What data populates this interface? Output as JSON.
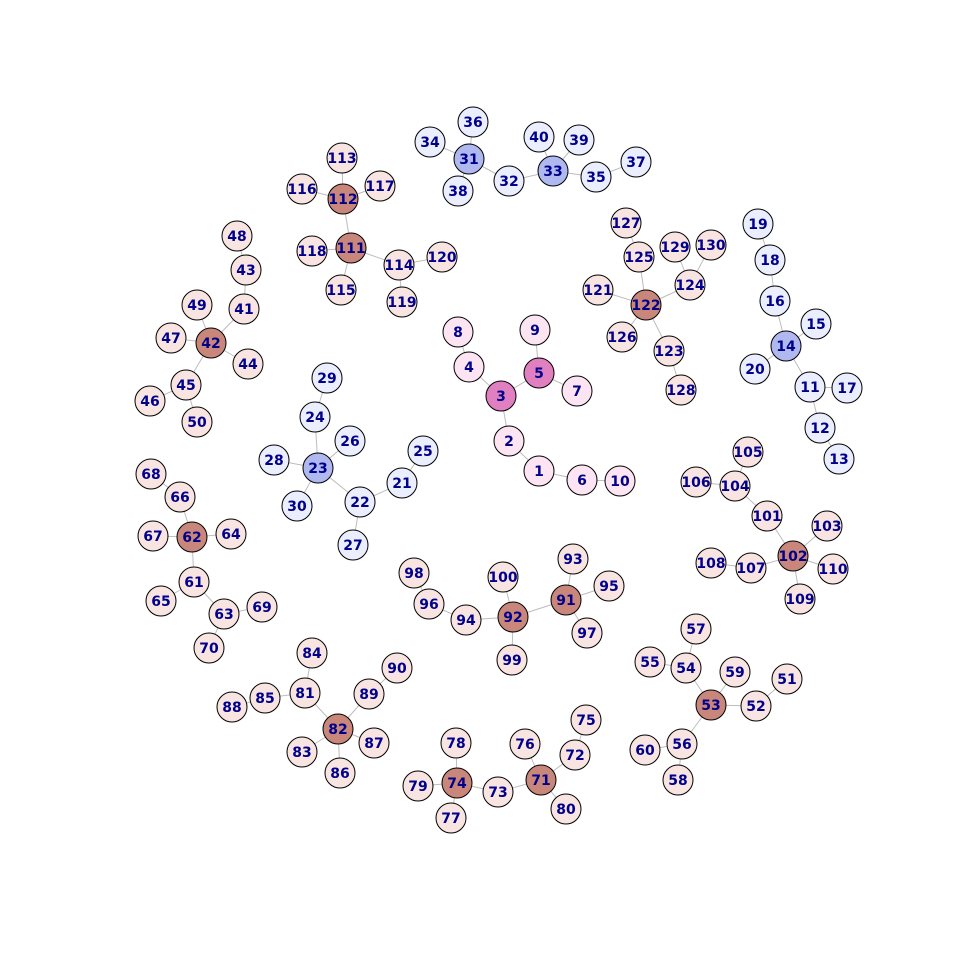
{
  "graph": {
    "colors": {
      "hub_pink": "#e080c0",
      "leaf_pink": "#fce4f2",
      "hub_blue": "#b0b8f0",
      "leaf_blue": "#eaeeff",
      "hub_brown": "#c8877a",
      "leaf_brown": "#f8e4e0"
    },
    "nodes": [
      {
        "id": "1",
        "color": "leaf_pink"
      },
      {
        "id": "2",
        "color": "leaf_pink"
      },
      {
        "id": "3",
        "color": "hub_pink"
      },
      {
        "id": "4",
        "color": "leaf_pink"
      },
      {
        "id": "5",
        "color": "hub_pink"
      },
      {
        "id": "6",
        "color": "leaf_pink"
      },
      {
        "id": "7",
        "color": "leaf_pink"
      },
      {
        "id": "8",
        "color": "leaf_pink"
      },
      {
        "id": "9",
        "color": "leaf_pink"
      },
      {
        "id": "10",
        "color": "leaf_pink"
      },
      {
        "id": "11",
        "color": "leaf_blue"
      },
      {
        "id": "12",
        "color": "leaf_blue"
      },
      {
        "id": "13",
        "color": "leaf_blue"
      },
      {
        "id": "14",
        "color": "hub_blue"
      },
      {
        "id": "15",
        "color": "leaf_blue"
      },
      {
        "id": "16",
        "color": "leaf_blue"
      },
      {
        "id": "17",
        "color": "leaf_blue"
      },
      {
        "id": "18",
        "color": "leaf_blue"
      },
      {
        "id": "19",
        "color": "leaf_blue"
      },
      {
        "id": "20",
        "color": "leaf_blue"
      },
      {
        "id": "21",
        "color": "leaf_blue"
      },
      {
        "id": "22",
        "color": "leaf_blue"
      },
      {
        "id": "23",
        "color": "hub_blue"
      },
      {
        "id": "24",
        "color": "leaf_blue"
      },
      {
        "id": "25",
        "color": "leaf_blue"
      },
      {
        "id": "26",
        "color": "leaf_blue"
      },
      {
        "id": "27",
        "color": "leaf_blue"
      },
      {
        "id": "28",
        "color": "leaf_blue"
      },
      {
        "id": "29",
        "color": "leaf_blue"
      },
      {
        "id": "30",
        "color": "leaf_blue"
      },
      {
        "id": "31",
        "color": "hub_blue"
      },
      {
        "id": "32",
        "color": "leaf_blue"
      },
      {
        "id": "33",
        "color": "hub_blue"
      },
      {
        "id": "34",
        "color": "leaf_blue"
      },
      {
        "id": "35",
        "color": "leaf_blue"
      },
      {
        "id": "36",
        "color": "leaf_blue"
      },
      {
        "id": "37",
        "color": "leaf_blue"
      },
      {
        "id": "38",
        "color": "leaf_blue"
      },
      {
        "id": "39",
        "color": "leaf_blue"
      },
      {
        "id": "40",
        "color": "leaf_blue"
      },
      {
        "id": "41",
        "color": "leaf_brown"
      },
      {
        "id": "42",
        "color": "hub_brown"
      },
      {
        "id": "43",
        "color": "leaf_brown"
      },
      {
        "id": "44",
        "color": "leaf_brown"
      },
      {
        "id": "45",
        "color": "leaf_brown"
      },
      {
        "id": "46",
        "color": "leaf_brown"
      },
      {
        "id": "47",
        "color": "leaf_brown"
      },
      {
        "id": "48",
        "color": "leaf_brown"
      },
      {
        "id": "49",
        "color": "leaf_brown"
      },
      {
        "id": "50",
        "color": "leaf_brown"
      },
      {
        "id": "51",
        "color": "leaf_brown"
      },
      {
        "id": "52",
        "color": "leaf_brown"
      },
      {
        "id": "53",
        "color": "hub_brown"
      },
      {
        "id": "54",
        "color": "leaf_brown"
      },
      {
        "id": "55",
        "color": "leaf_brown"
      },
      {
        "id": "56",
        "color": "leaf_brown"
      },
      {
        "id": "57",
        "color": "leaf_brown"
      },
      {
        "id": "58",
        "color": "leaf_brown"
      },
      {
        "id": "59",
        "color": "leaf_brown"
      },
      {
        "id": "60",
        "color": "leaf_brown"
      },
      {
        "id": "61",
        "color": "leaf_brown"
      },
      {
        "id": "62",
        "color": "hub_brown"
      },
      {
        "id": "63",
        "color": "leaf_brown"
      },
      {
        "id": "64",
        "color": "leaf_brown"
      },
      {
        "id": "65",
        "color": "leaf_brown"
      },
      {
        "id": "66",
        "color": "leaf_brown"
      },
      {
        "id": "67",
        "color": "leaf_brown"
      },
      {
        "id": "68",
        "color": "leaf_brown"
      },
      {
        "id": "69",
        "color": "leaf_brown"
      },
      {
        "id": "70",
        "color": "leaf_brown"
      },
      {
        "id": "71",
        "color": "hub_brown"
      },
      {
        "id": "72",
        "color": "leaf_brown"
      },
      {
        "id": "73",
        "color": "leaf_brown"
      },
      {
        "id": "74",
        "color": "hub_brown"
      },
      {
        "id": "75",
        "color": "leaf_brown"
      },
      {
        "id": "76",
        "color": "leaf_brown"
      },
      {
        "id": "77",
        "color": "leaf_brown"
      },
      {
        "id": "78",
        "color": "leaf_brown"
      },
      {
        "id": "79",
        "color": "leaf_brown"
      },
      {
        "id": "80",
        "color": "leaf_brown"
      },
      {
        "id": "81",
        "color": "leaf_brown"
      },
      {
        "id": "82",
        "color": "hub_brown"
      },
      {
        "id": "83",
        "color": "leaf_brown"
      },
      {
        "id": "84",
        "color": "leaf_brown"
      },
      {
        "id": "85",
        "color": "leaf_brown"
      },
      {
        "id": "86",
        "color": "leaf_brown"
      },
      {
        "id": "87",
        "color": "leaf_brown"
      },
      {
        "id": "88",
        "color": "leaf_brown"
      },
      {
        "id": "89",
        "color": "leaf_brown"
      },
      {
        "id": "90",
        "color": "leaf_brown"
      },
      {
        "id": "91",
        "color": "hub_brown"
      },
      {
        "id": "92",
        "color": "hub_brown"
      },
      {
        "id": "93",
        "color": "leaf_brown"
      },
      {
        "id": "94",
        "color": "leaf_brown"
      },
      {
        "id": "95",
        "color": "leaf_brown"
      },
      {
        "id": "96",
        "color": "leaf_brown"
      },
      {
        "id": "97",
        "color": "leaf_brown"
      },
      {
        "id": "98",
        "color": "leaf_brown"
      },
      {
        "id": "99",
        "color": "leaf_brown"
      },
      {
        "id": "100",
        "color": "leaf_brown"
      },
      {
        "id": "101",
        "color": "leaf_brown"
      },
      {
        "id": "102",
        "color": "hub_brown"
      },
      {
        "id": "103",
        "color": "leaf_brown"
      },
      {
        "id": "104",
        "color": "leaf_brown"
      },
      {
        "id": "105",
        "color": "leaf_brown"
      },
      {
        "id": "106",
        "color": "leaf_brown"
      },
      {
        "id": "107",
        "color": "leaf_brown"
      },
      {
        "id": "108",
        "color": "leaf_brown"
      },
      {
        "id": "109",
        "color": "leaf_brown"
      },
      {
        "id": "110",
        "color": "leaf_brown"
      },
      {
        "id": "111",
        "color": "hub_brown"
      },
      {
        "id": "112",
        "color": "hub_brown"
      },
      {
        "id": "113",
        "color": "leaf_brown"
      },
      {
        "id": "114",
        "color": "leaf_brown"
      },
      {
        "id": "115",
        "color": "leaf_brown"
      },
      {
        "id": "116",
        "color": "leaf_brown"
      },
      {
        "id": "117",
        "color": "leaf_brown"
      },
      {
        "id": "118",
        "color": "leaf_brown"
      },
      {
        "id": "119",
        "color": "leaf_brown"
      },
      {
        "id": "120",
        "color": "leaf_brown"
      },
      {
        "id": "121",
        "color": "leaf_brown"
      },
      {
        "id": "122",
        "color": "hub_brown"
      },
      {
        "id": "123",
        "color": "leaf_brown"
      },
      {
        "id": "124",
        "color": "leaf_brown"
      },
      {
        "id": "125",
        "color": "leaf_brown"
      },
      {
        "id": "126",
        "color": "leaf_brown"
      },
      {
        "id": "127",
        "color": "leaf_brown"
      },
      {
        "id": "128",
        "color": "leaf_brown"
      },
      {
        "id": "129",
        "color": "leaf_brown"
      },
      {
        "id": "130",
        "color": "leaf_brown"
      }
    ],
    "edges": [
      [
        "1",
        "2"
      ],
      [
        "2",
        "3"
      ],
      [
        "3",
        "4"
      ],
      [
        "3",
        "5"
      ],
      [
        "4",
        "8"
      ],
      [
        "5",
        "9"
      ],
      [
        "5",
        "7"
      ],
      [
        "1",
        "6"
      ],
      [
        "6",
        "10"
      ],
      [
        "14",
        "11"
      ],
      [
        "14",
        "15"
      ],
      [
        "14",
        "16"
      ],
      [
        "14",
        "20"
      ],
      [
        "16",
        "18"
      ],
      [
        "18",
        "19"
      ],
      [
        "11",
        "17"
      ],
      [
        "11",
        "12"
      ],
      [
        "12",
        "13"
      ],
      [
        "23",
        "24"
      ],
      [
        "23",
        "26"
      ],
      [
        "23",
        "28"
      ],
      [
        "23",
        "30"
      ],
      [
        "23",
        "22"
      ],
      [
        "24",
        "29"
      ],
      [
        "22",
        "21"
      ],
      [
        "22",
        "27"
      ],
      [
        "21",
        "25"
      ],
      [
        "31",
        "34"
      ],
      [
        "31",
        "36"
      ],
      [
        "31",
        "38"
      ],
      [
        "31",
        "32"
      ],
      [
        "32",
        "33"
      ],
      [
        "33",
        "40"
      ],
      [
        "33",
        "39"
      ],
      [
        "33",
        "35"
      ],
      [
        "35",
        "37"
      ],
      [
        "42",
        "41"
      ],
      [
        "42",
        "49"
      ],
      [
        "42",
        "47"
      ],
      [
        "42",
        "44"
      ],
      [
        "42",
        "45"
      ],
      [
        "41",
        "43"
      ],
      [
        "43",
        "48"
      ],
      [
        "45",
        "46"
      ],
      [
        "45",
        "50"
      ],
      [
        "53",
        "54"
      ],
      [
        "53",
        "59"
      ],
      [
        "53",
        "52"
      ],
      [
        "53",
        "56"
      ],
      [
        "54",
        "55"
      ],
      [
        "54",
        "57"
      ],
      [
        "52",
        "51"
      ],
      [
        "56",
        "60"
      ],
      [
        "56",
        "58"
      ],
      [
        "62",
        "66"
      ],
      [
        "62",
        "67"
      ],
      [
        "62",
        "64"
      ],
      [
        "62",
        "61"
      ],
      [
        "66",
        "68"
      ],
      [
        "61",
        "65"
      ],
      [
        "61",
        "63"
      ],
      [
        "63",
        "69"
      ],
      [
        "63",
        "70"
      ],
      [
        "71",
        "72"
      ],
      [
        "71",
        "76"
      ],
      [
        "71",
        "80"
      ],
      [
        "71",
        "73"
      ],
      [
        "72",
        "75"
      ],
      [
        "73",
        "74"
      ],
      [
        "74",
        "78"
      ],
      [
        "74",
        "79"
      ],
      [
        "74",
        "77"
      ],
      [
        "82",
        "81"
      ],
      [
        "82",
        "89"
      ],
      [
        "82",
        "87"
      ],
      [
        "82",
        "86"
      ],
      [
        "82",
        "83"
      ],
      [
        "81",
        "84"
      ],
      [
        "81",
        "85"
      ],
      [
        "85",
        "88"
      ],
      [
        "89",
        "90"
      ],
      [
        "91",
        "93"
      ],
      [
        "91",
        "95"
      ],
      [
        "91",
        "97"
      ],
      [
        "91",
        "92"
      ],
      [
        "92",
        "100"
      ],
      [
        "92",
        "99"
      ],
      [
        "92",
        "94"
      ],
      [
        "94",
        "96"
      ],
      [
        "96",
        "98"
      ],
      [
        "102",
        "101"
      ],
      [
        "102",
        "103"
      ],
      [
        "102",
        "110"
      ],
      [
        "102",
        "109"
      ],
      [
        "102",
        "107"
      ],
      [
        "107",
        "108"
      ],
      [
        "101",
        "104"
      ],
      [
        "104",
        "105"
      ],
      [
        "104",
        "106"
      ],
      [
        "111",
        "112"
      ],
      [
        "111",
        "118"
      ],
      [
        "111",
        "115"
      ],
      [
        "111",
        "114"
      ],
      [
        "112",
        "113"
      ],
      [
        "112",
        "116"
      ],
      [
        "112",
        "117"
      ],
      [
        "114",
        "119"
      ],
      [
        "114",
        "120"
      ],
      [
        "122",
        "121"
      ],
      [
        "122",
        "126"
      ],
      [
        "122",
        "125"
      ],
      [
        "122",
        "124"
      ],
      [
        "122",
        "123"
      ],
      [
        "125",
        "127"
      ],
      [
        "124",
        "129"
      ],
      [
        "124",
        "130"
      ],
      [
        "123",
        "128"
      ]
    ]
  }
}
